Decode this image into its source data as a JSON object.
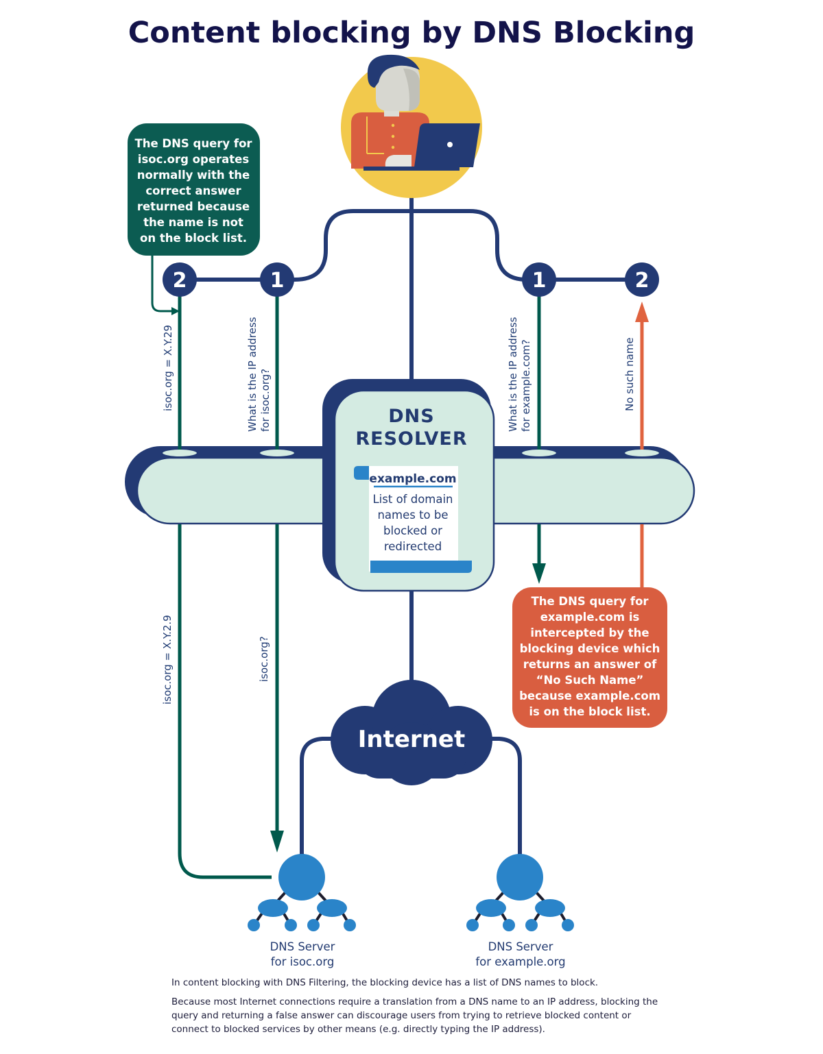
{
  "title": "Content blocking by DNS Blocking",
  "callouts": {
    "isoc": [
      "The DNS query for",
      "isoc.org operates",
      "normally with the",
      "correct answer",
      "returned because",
      "the name is not",
      "on the block list."
    ],
    "example": [
      "The DNS query for",
      "example.com is",
      "intercepted by the",
      "blocking device which",
      "returns an answer of",
      "“No Such Name”",
      "because example.com",
      "is on the block list."
    ]
  },
  "steps": {
    "left_2": "2",
    "left_1": "1",
    "right_1": "1",
    "right_2": "2"
  },
  "flow_labels": {
    "isoc_answer_top": "isoc.org = X.Y.29",
    "isoc_query_top": [
      "What is the IP address",
      "for isoc.org?"
    ],
    "example_query_top": [
      "What is the IP address",
      "for example.com?"
    ],
    "example_answer_top": "No such name",
    "isoc_answer_bottom": "isoc.org = X.Y.2.9",
    "isoc_query_bottom": "isoc.org?"
  },
  "resolver": {
    "title": [
      "DNS",
      "RESOLVER"
    ],
    "blocklist_entry": "example.com",
    "blocklist_desc": [
      "List of domain",
      "names to be",
      "blocked or",
      "redirected"
    ]
  },
  "internet_label": "Internet",
  "servers": {
    "isoc": [
      "DNS Server",
      "for isoc.org"
    ],
    "example": [
      "DNS Server",
      "for example.org"
    ]
  },
  "footnotes": [
    "In content blocking with DNS Filtering, the blocking device has a list of DNS names to block.",
    "Because most Internet connections require a translation from a DNS name to an IP address, blocking the query and returning a false answer can discourage users from trying to retrieve blocked content or connect to blocked services by other means (e.g. directly typing the IP address)."
  ],
  "colors": {
    "navy": "#233a74",
    "dark_teal": "#00594c",
    "callout_green": "#0c5c52",
    "callout_orange": "#d95e40",
    "answer_orange": "#e0633f",
    "light_mint": "#d4ebe2",
    "user_yellow": "#f2c94c",
    "server_blue": "#2a84c9"
  },
  "icons": {
    "user": "user-with-laptop-icon",
    "cloud": "internet-cloud-icon",
    "server": "dns-server-network-icon",
    "document": "block-list-scroll-icon"
  }
}
